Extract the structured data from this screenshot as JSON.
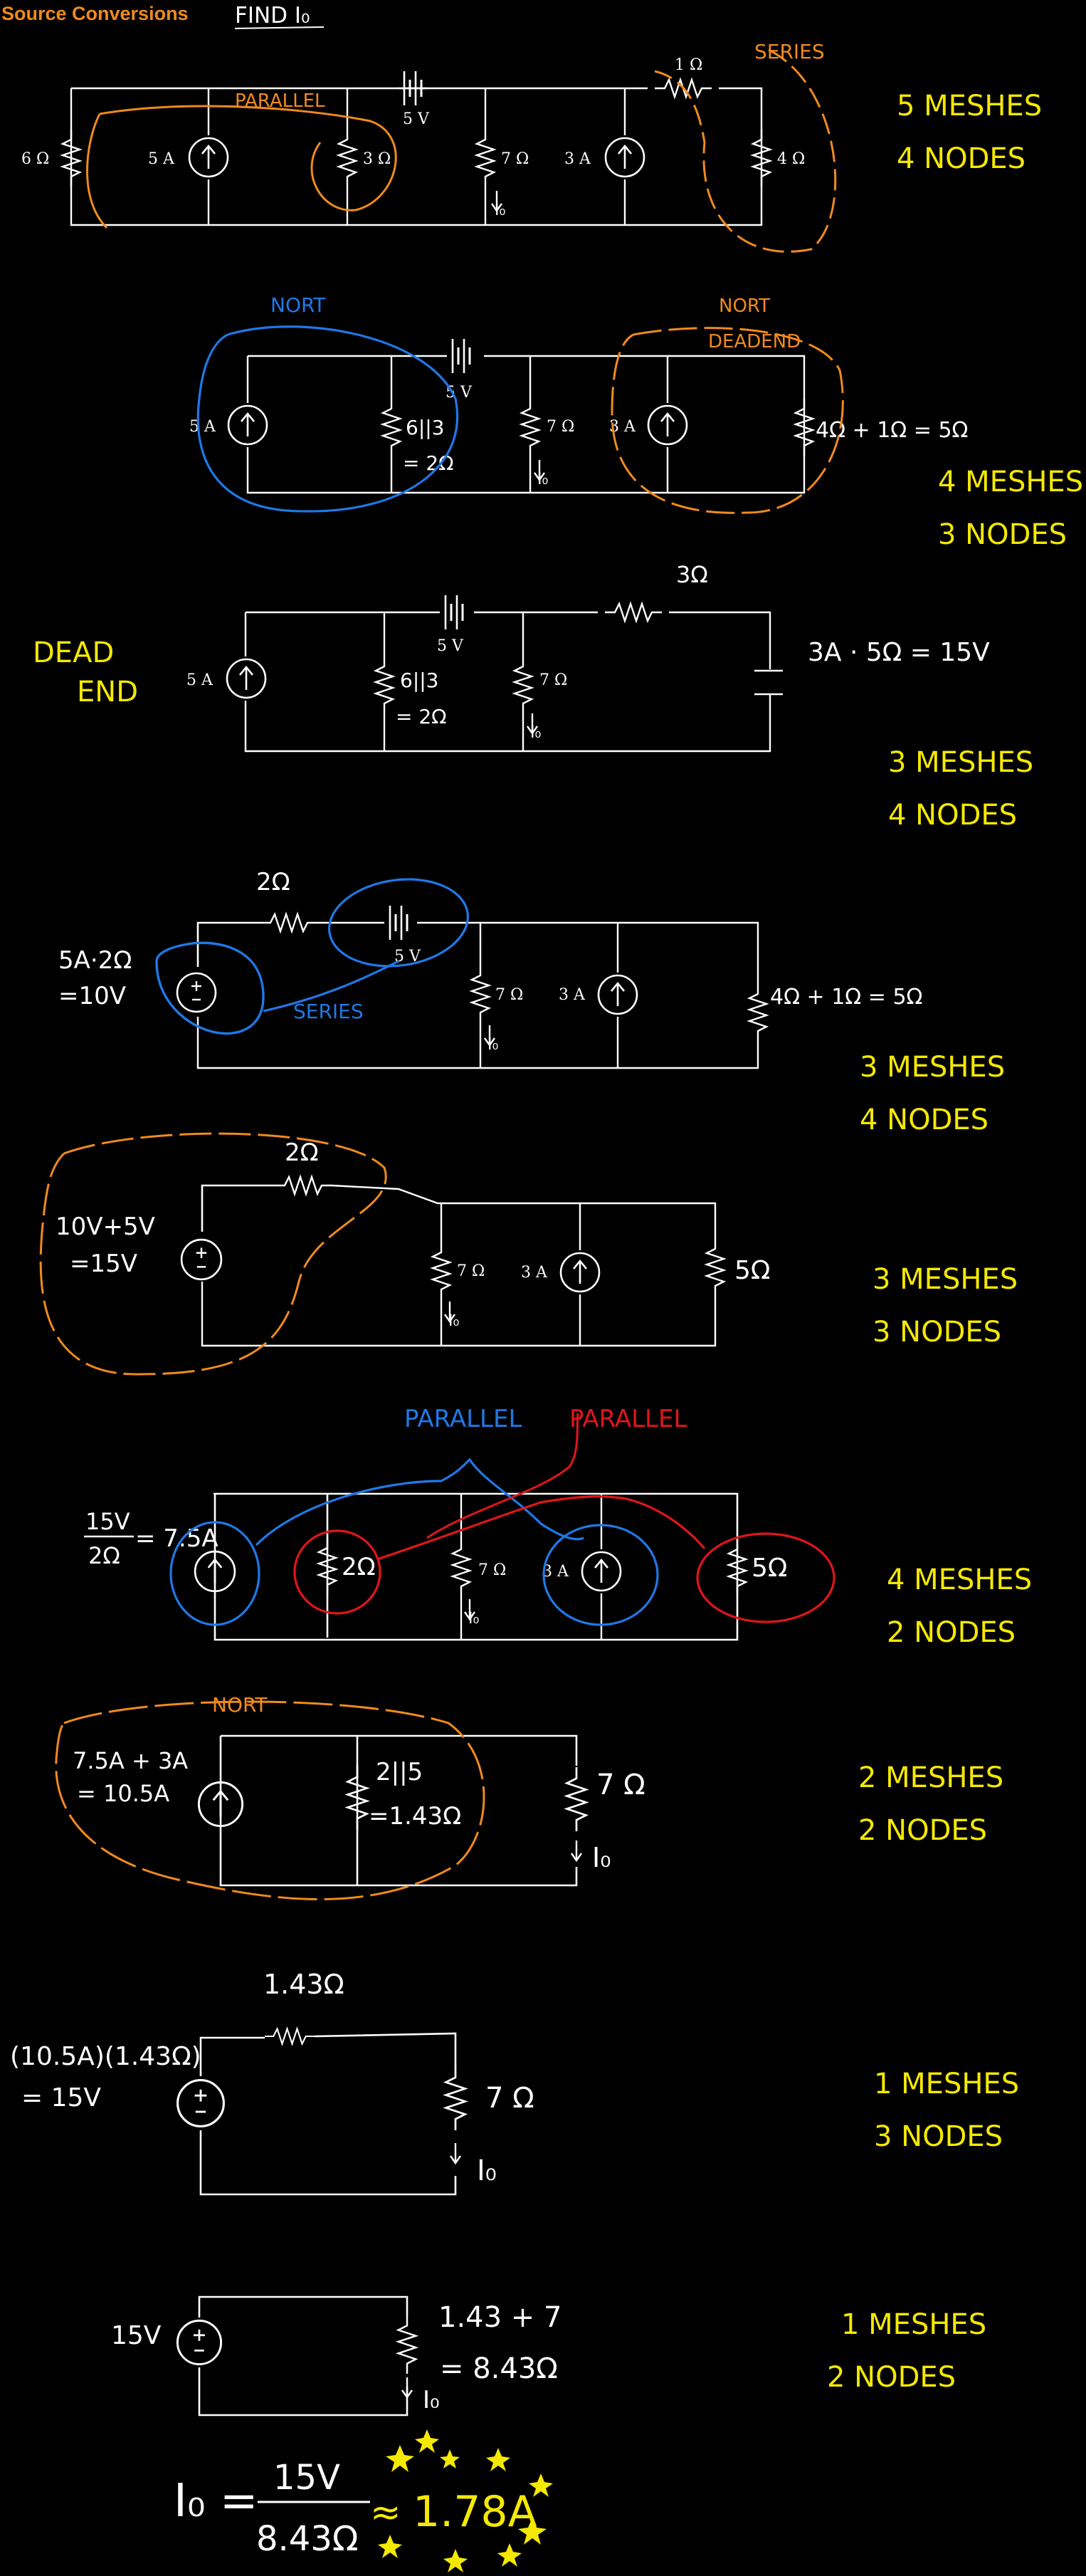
{
  "header": {
    "title": "Source Conversions",
    "task": "FIND I₀"
  },
  "colors": {
    "background": "#000000",
    "wire": "#ffffff",
    "notes": "#f5e900",
    "orange": "#f08a1c",
    "blue": "#1f78e6",
    "red": "#e0151a"
  },
  "labels": {
    "parallel": "PARALLEL",
    "series": "SERIES",
    "nort": "NORT",
    "deadend": "DEADEND",
    "dead": "DEAD",
    "end": "END",
    "io": "I₀"
  },
  "values": {
    "r6": "6 Ω",
    "s5a": "5 A",
    "r3": "3 Ω",
    "v5": "5 V",
    "r7": "7 Ω",
    "s3a": "3 A",
    "r1": "1 Ω",
    "r4": "4 Ω",
    "r613": "6||3",
    "eq2": "= 2Ω",
    "r4p1": "4Ω + 1Ω = 5Ω",
    "r3hand": "3Ω",
    "calc15": "3A · 5Ω = 15V",
    "r2": "2Ω",
    "calc10a": "5A·2Ω",
    "calc10b": "=10V",
    "calc15a": "10V+5V",
    "calc15b": "=15V",
    "r5": "5Ω",
    "calc75a": "15V",
    "calc75b": "2Ω",
    "calc75c": "= 7.5A",
    "calc105a": "7.5A + 3A",
    "calc105b": "= 10.5A",
    "r215": "2||5",
    "r143eq": "=1.43Ω",
    "r143": "1.43Ω",
    "calc15c": "(10.5A)(1.43Ω)",
    "calc15d": "= 15V",
    "v15": "15V",
    "sum1": "1.43 + 7",
    "sum2": "= 8.43Ω",
    "io_lhs": "I₀ =",
    "io_num": "15V",
    "io_den": "8.43Ω",
    "io_eq": "≈",
    "io_result": "1.78A"
  },
  "annotations": [
    {
      "meshes": "5 MESHES",
      "nodes": "4 NODES"
    },
    {
      "meshes": "4 MESHES",
      "nodes": "3 NODES"
    },
    {
      "meshes": "3 MESHES",
      "nodes": "4 NODES"
    },
    {
      "meshes": "3 MESHES",
      "nodes": "4 NODES"
    },
    {
      "meshes": "3 MESHES",
      "nodes": "3 NODES"
    },
    {
      "meshes": "4 MESHES",
      "nodes": "2 NODES"
    },
    {
      "meshes": "2 MESHES",
      "nodes": "2 NODES"
    },
    {
      "meshes": "1 MESHES",
      "nodes": "3 NODES"
    },
    {
      "meshes": "1 MESHES",
      "nodes": "2 NODES"
    }
  ]
}
